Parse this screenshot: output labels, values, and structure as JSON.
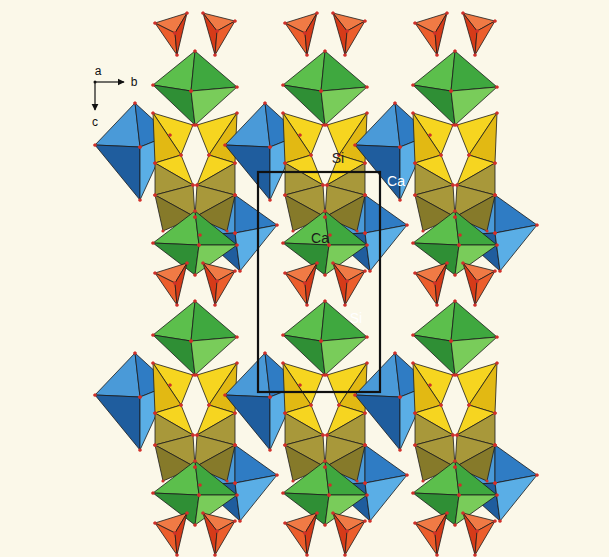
{
  "diagram": {
    "labels": [
      "a",
      "b",
      "c",
      "Si",
      "Ca",
      "Ca",
      "Si"
    ]
  }
}
